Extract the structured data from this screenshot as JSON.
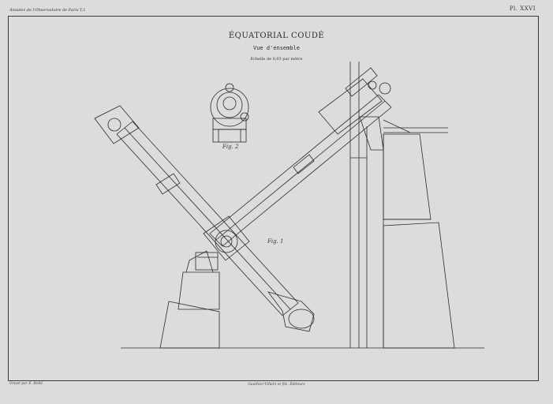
{
  "header": {
    "left_caption": "Annales de l'Observatoire de Paris T.1",
    "plate_number": "Pl. XXVI"
  },
  "title": {
    "main": "ÉQUATORIAL COUDÉ",
    "subtitle": "Vue d'ensemble",
    "scale": "Échelle de 0,03 par mètre"
  },
  "figures": {
    "fig2_label": "Fig. 2",
    "fig1_label": "Fig. 1"
  },
  "footer": {
    "engraver": "Gravé par E. Rollé",
    "publisher": "Gauthier-Villars et fils, Éditeurs"
  },
  "colors": {
    "paper": "#dcdcda",
    "ink": "#2b2b2b"
  }
}
